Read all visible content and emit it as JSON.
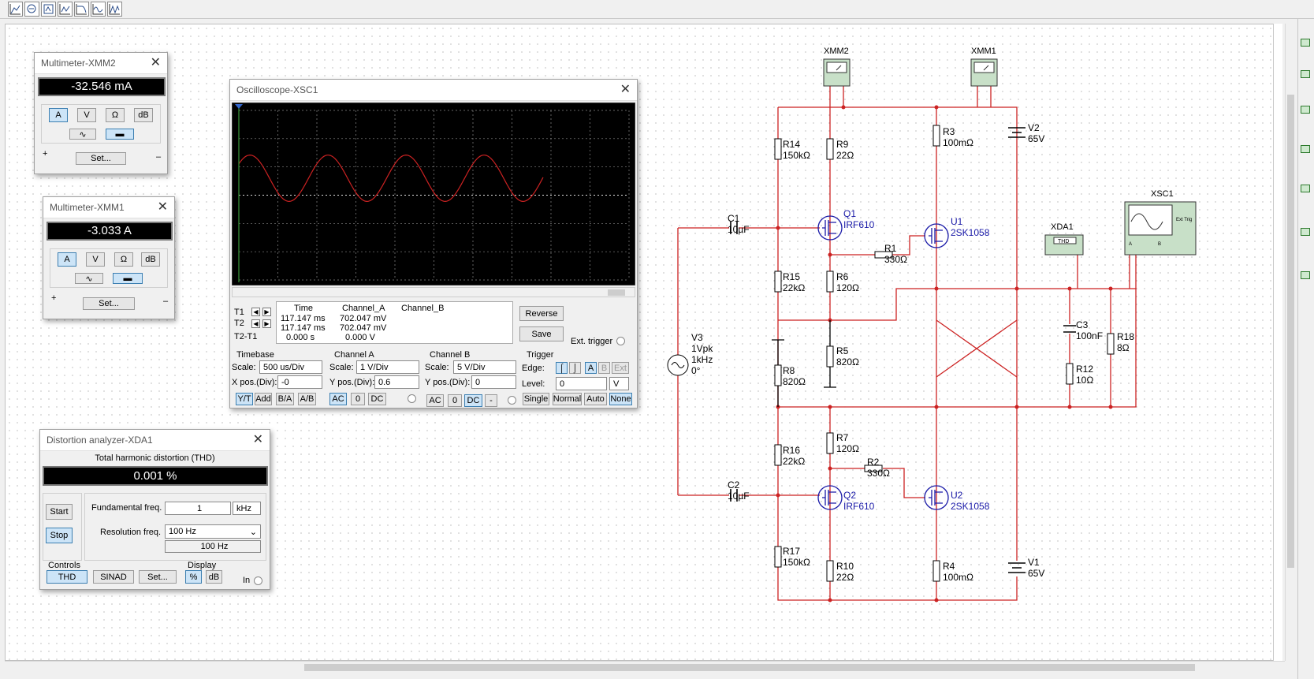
{
  "toolbar": {
    "icons": [
      "grapher-icon",
      "analysis-icon",
      "postprocessor-icon",
      "chart-icon",
      "bode-icon",
      "waveform-icon",
      "scope-icon"
    ]
  },
  "multimeter_xmm2": {
    "title": "Multimeter-XMM2",
    "reading": "-32.546 mA",
    "modes": [
      "A",
      "V",
      "Ω",
      "dB"
    ],
    "set_label": "Set...",
    "plus": "+",
    "minus": "–"
  },
  "multimeter_xmm1": {
    "title": "Multimeter-XMM1",
    "reading": "-3.033 A",
    "modes": [
      "A",
      "V",
      "Ω",
      "dB"
    ],
    "set_label": "Set...",
    "plus": "+",
    "minus": "–"
  },
  "oscilloscope": {
    "title": "Oscilloscope-XSC1",
    "cursor_table": {
      "headers": [
        "Time",
        "Channel_A",
        "Channel_B"
      ],
      "rows": [
        {
          "label": "T1",
          "time": "117.147 ms",
          "a": "702.047 mV",
          "b": ""
        },
        {
          "label": "T2",
          "time": "117.147 ms",
          "a": "702.047 mV",
          "b": ""
        },
        {
          "label": "T2-T1",
          "time": "0.000 s",
          "a": "0.000 V",
          "b": ""
        }
      ]
    },
    "reverse_label": "Reverse",
    "save_label": "Save",
    "ext_trigger_label": "Ext. trigger",
    "timebase": {
      "title": "Timebase",
      "scale_label": "Scale:",
      "scale": "500 us/Div",
      "xpos_label": "X pos.(Div):",
      "xpos": "-0",
      "modes": [
        "Y/T",
        "Add",
        "B/A",
        "A/B"
      ]
    },
    "channel_a": {
      "title": "Channel A",
      "scale_label": "Scale:",
      "scale": "1  V/Div",
      "ypos_label": "Y pos.(Div):",
      "ypos": "0.6",
      "coupling": [
        "AC",
        "0",
        "DC"
      ]
    },
    "channel_b": {
      "title": "Channel B",
      "scale_label": "Scale:",
      "scale": "5  V/Div",
      "ypos_label": "Y pos.(Div):",
      "ypos": "0",
      "coupling": [
        "AC",
        "0",
        "DC",
        "-"
      ]
    },
    "trigger": {
      "title": "Trigger",
      "edge_label": "Edge:",
      "level_label": "Level:",
      "level": "0",
      "level_unit": "V",
      "sources": [
        "A",
        "B",
        "Ext"
      ],
      "modes": [
        "Single",
        "Normal",
        "Auto",
        "None"
      ]
    },
    "trace_color": "#cc2222"
  },
  "distortion": {
    "title": "Distortion analyzer-XDA1",
    "thd_title": "Total harmonic distortion (THD)",
    "reading": "0.001 %",
    "start_label": "Start",
    "stop_label": "Stop",
    "fund_label": "Fundamental freq.",
    "fund_value": "1",
    "fund_unit": "kHz",
    "res_label": "Resolution freq.",
    "res_value": "100 Hz",
    "res_readout": "100 Hz",
    "controls_label": "Controls",
    "controls": [
      "THD",
      "SINAD",
      "Set..."
    ],
    "display_label": "Display",
    "display": [
      "%",
      "dB"
    ],
    "in_label": "In"
  },
  "schematic": {
    "instruments": {
      "xmm2": "XMM2",
      "xmm1": "XMM1",
      "xsc1": "XSC1",
      "xda1": "XDA1",
      "thd": "THD",
      "ext_trig": "Ext Trig",
      "a": "A",
      "b": "B"
    },
    "components": [
      {
        "id": "R14",
        "val": "150kΩ"
      },
      {
        "id": "R9",
        "val": "22Ω"
      },
      {
        "id": "R3",
        "val": "100mΩ"
      },
      {
        "id": "V2",
        "val": "65V"
      },
      {
        "id": "C1",
        "val": "10µF"
      },
      {
        "id": "Q1",
        "val": "IRF610"
      },
      {
        "id": "U1",
        "val": "2SK1058"
      },
      {
        "id": "R1",
        "val": "330Ω"
      },
      {
        "id": "R15",
        "val": "22kΩ"
      },
      {
        "id": "R6",
        "val": "120Ω"
      },
      {
        "id": "C3",
        "val": "100nF"
      },
      {
        "id": "R18",
        "val": "8Ω"
      },
      {
        "id": "R5",
        "val": "820Ω"
      },
      {
        "id": "R8",
        "val": "820Ω"
      },
      {
        "id": "R12",
        "val": "10Ω"
      },
      {
        "id": "R16",
        "val": "22kΩ"
      },
      {
        "id": "R7",
        "val": "120Ω"
      },
      {
        "id": "R2",
        "val": "330Ω"
      },
      {
        "id": "C2",
        "val": "10µF"
      },
      {
        "id": "Q2",
        "val": "IRF610"
      },
      {
        "id": "U2",
        "val": "2SK1058"
      },
      {
        "id": "R17",
        "val": "150kΩ"
      },
      {
        "id": "R10",
        "val": "22Ω"
      },
      {
        "id": "R4",
        "val": "100mΩ"
      },
      {
        "id": "V1",
        "val": "65V"
      }
    ],
    "v3": {
      "id": "V3",
      "lines": [
        "1Vpk",
        "1kHz",
        "0°"
      ]
    },
    "wire_color": "#cc2222",
    "part_color": "#1a1aa8"
  }
}
